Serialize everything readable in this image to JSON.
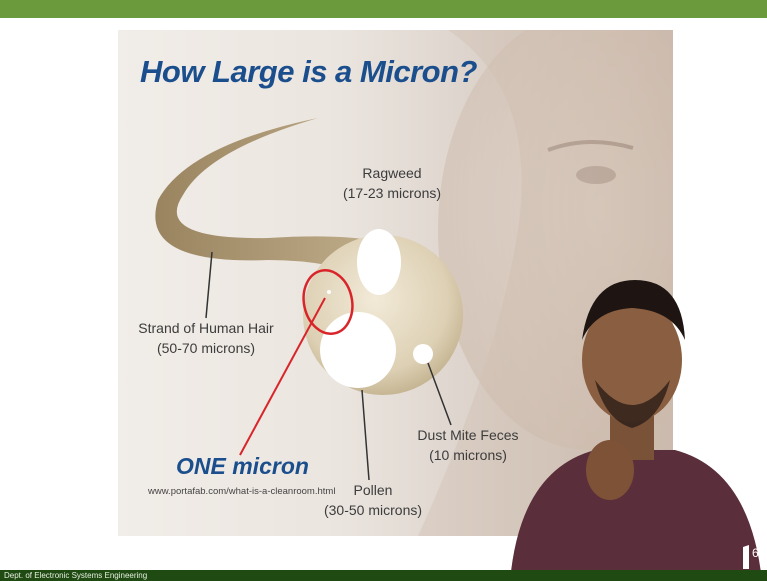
{
  "slide": {
    "title": "How Large is a Micron?",
    "labels": {
      "ragweed_name": "Ragweed",
      "ragweed_size": "(17-23 microns)",
      "hair_name": "Strand of Human Hair",
      "hair_size": "(50-70 microns)",
      "dust_name": "Dust Mite Feces",
      "dust_size": "(10 microns)",
      "pollen_name": "Pollen",
      "pollen_size": "(30-50 microns)"
    },
    "one_micron": "ONE micron",
    "source_url": "www.portafab.com/what-is-a-cleanroom.html"
  },
  "footer": {
    "department": "Dept. of Electronic Systems Engineering",
    "page_number": "6"
  },
  "colors": {
    "top_bar": "#6a9a3c",
    "footer_bar": "#1f4a12",
    "title_blue": "#1a4e8c",
    "annotation_red": "#d9252a"
  }
}
